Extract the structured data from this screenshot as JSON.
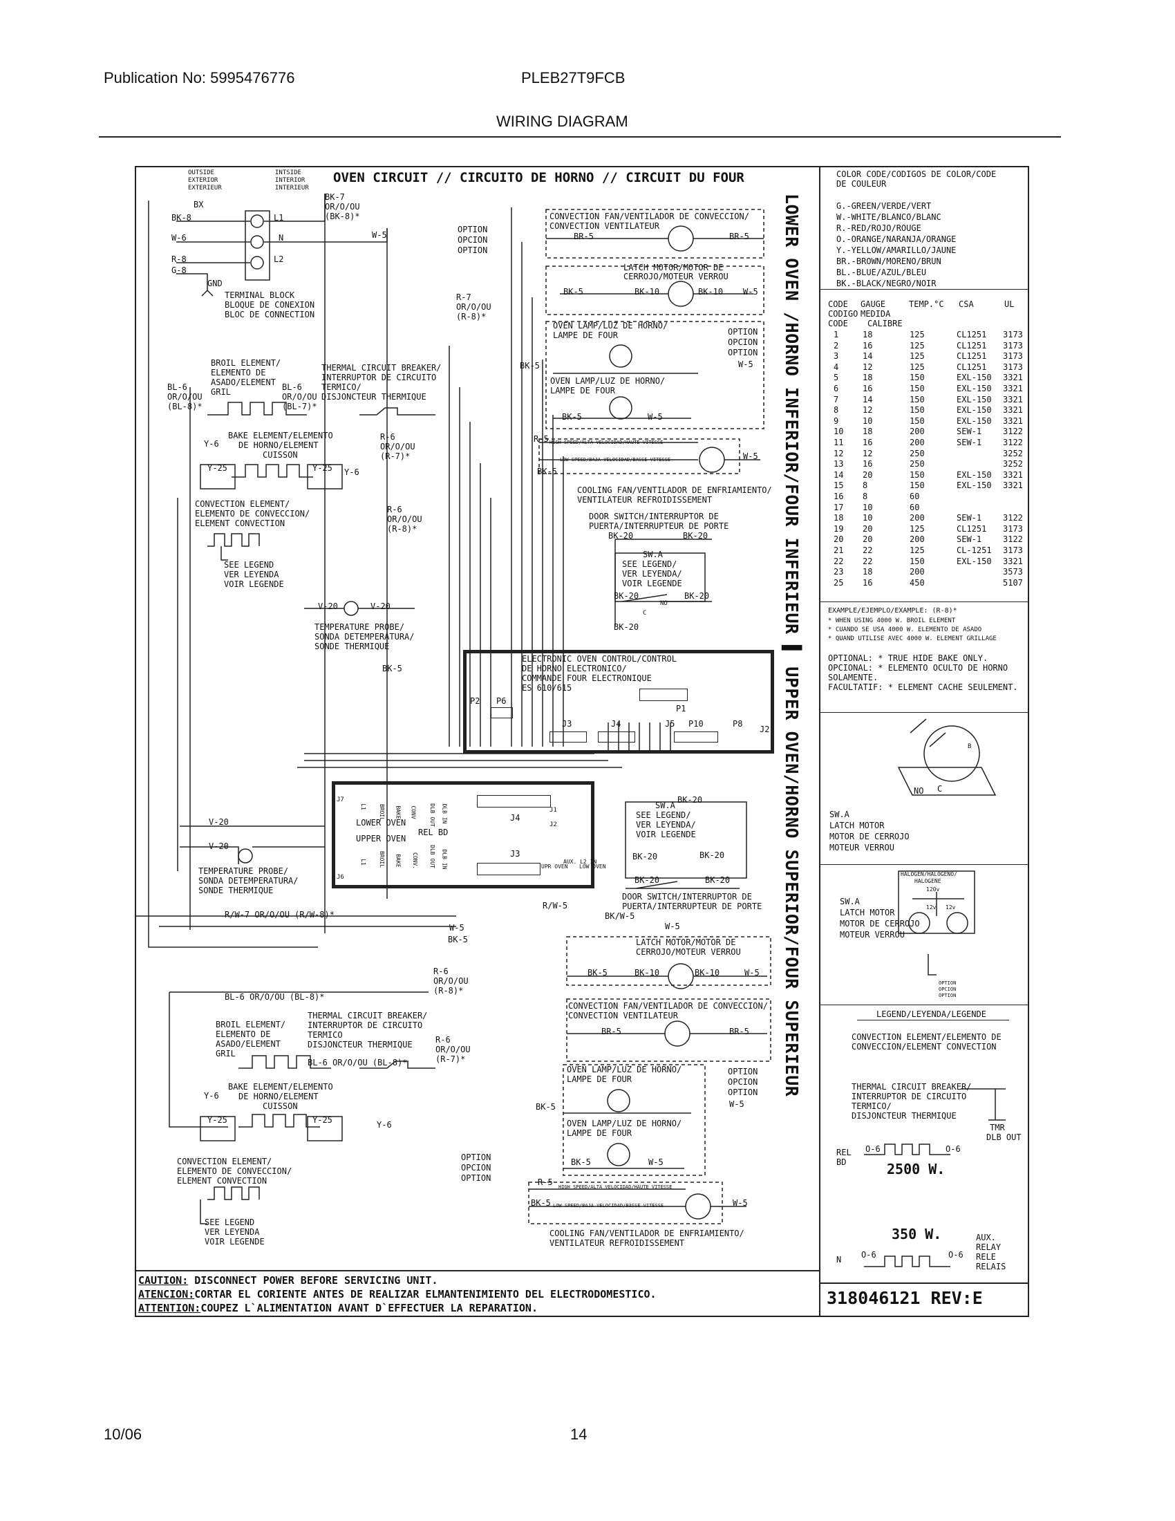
{
  "header": {
    "publication": "Publication No: 5995476776",
    "model": "PLEB27T9FCB",
    "section": "WIRING DIAGRAM"
  },
  "footer": {
    "date": "10/06",
    "page": "14"
  },
  "diagram": {
    "title": "OVEN CIRCUIT // CIRCUITO DE HORNO // CIRCUIT DU FOUR",
    "side_label": "LOWER OVEN /HORNO INFERIOR/FOUR INFERIEUR ▌ UPPER OVEN/HORNO SUPERIOR/FOUR SUPERIEUR",
    "outside": [
      "OUTSIDE",
      "EXTERIOR",
      "EXTERIEUR"
    ],
    "inside": [
      "INTSIDE",
      "INTERIOR",
      "INTERIEUR"
    ],
    "terminal_block": [
      "TERMINAL BLOCK",
      "BLOQUE DE CONEXION",
      "BLOC DE CONNECTION"
    ],
    "wire_labels": {
      "bx": "BX",
      "bk8": "BK-8",
      "w6": "W-6",
      "r8": "R-8",
      "g8": "G-8",
      "gnd": "GND",
      "l1": "L1",
      "n": "N",
      "l2": "L2",
      "bk7": [
        "BK-7",
        "OR/O/OU",
        "(BK-8)*"
      ],
      "w5": "W-5",
      "r7": [
        "R-7",
        "OR/O/OU",
        "(R-8)*"
      ],
      "option": [
        "OPTION",
        "OPCION",
        "OPTION"
      ]
    },
    "lower": {
      "convection_fan": [
        "CONVECTION FAN/VENTILADOR DE CONVECCION/",
        "CONVECTION VENTILATEUR"
      ],
      "br5": "BR-5",
      "latch_motor": [
        "LATCH MOTOR/MOTOR DE",
        "CERROJO/MOTEUR VERROU"
      ],
      "bk5": "BK-5",
      "bk10": "BK-10",
      "w5": "W-5",
      "oven_lamp": [
        "OVEN LAMP/LUZ DE HORNO/",
        "LAMPE DE FOUR"
      ],
      "broil": [
        "BROIL ELEMENT/",
        "ELEMENTO DE",
        "ASADO/ELEMENT",
        "GRIL"
      ],
      "bl6": [
        "BL-6",
        "OR/O/OU",
        "(BL-8)*"
      ],
      "bl6b": [
        "BL-6",
        "OR/O/OU",
        "(BL-7)*"
      ],
      "breaker": [
        "THERMAL CIRCUIT BREAKER/",
        "INTERRUPTOR DE CIRCUITO",
        "TERMICO/",
        "DISJONCTEUR THERMIQUE"
      ],
      "bake": [
        "BAKE ELEMENT/ELEMENTO",
        "DE HORNO/ELEMENT",
        "CUISSON"
      ],
      "y6": "Y-6",
      "y25": "Y-25",
      "r6": [
        "R-6",
        "OR/O/OU",
        "(R-7)*"
      ],
      "r6b": [
        "R-6",
        "OR/O/OU",
        "(R-8)*"
      ],
      "conv_elem": [
        "CONVECTION ELEMENT/",
        "ELEMENTO DE CONVECCION/",
        "ELEMENT CONVECTION"
      ],
      "see_legend": [
        "SEE LEGEND",
        "VER LEYENDA",
        "VOIR LEGENDE"
      ],
      "v20": "V-20",
      "probe": [
        "TEMPERATURE PROBE/",
        "SONDA DETEMPERATURA/",
        "SONDE THERMIQUE"
      ],
      "cooling_fan": [
        "COOLING FAN/VENTILADOR DE ENFRIAMIENTO/",
        "VENTILATEUR REFROIDISSEMENT"
      ],
      "speed_hi": "HIGH SPEED/ALTA VELOCIDAD/HAUTE VITESSE",
      "speed_lo": "LOW SPEED/BAJA VELOCIDAD/BASSE VITESSE",
      "r5": "R-5",
      "door_switch": [
        "DOOR SWITCH/INTERRUPTOR DE",
        "PUERTA/INTERRUPTEUR DE PORTE"
      ],
      "bk20": "BK-20",
      "swa": [
        "SW.A",
        "SEE LEGEND/",
        "VER LEYENDA/",
        "VOIR LEGENDE"
      ],
      "no": "NO",
      "c": "C"
    },
    "control": {
      "label": [
        "ELECTRONIC OVEN CONTROL/CONTROL",
        "DE HORNO ELECTRONICO/",
        "COMMANDE FOUR ELECTRONIQUE",
        "ES 610/615"
      ],
      "p1": "P1",
      "p2": "P2",
      "p6": "P6",
      "j3": "J3",
      "j4": "J4",
      "j5": "J5",
      "p10": "P10",
      "p8": "P8",
      "j2": "J2",
      "one": "1"
    },
    "relay_board": {
      "top_pins": [
        "L1",
        "BROIL",
        "BAKE",
        "CONV",
        "DLB OUT",
        "DLB IN"
      ],
      "bottom_pins": [
        "L1",
        "BROIL",
        "BAKE",
        "CONV.",
        "DLB OUT",
        "DLB IN"
      ],
      "lower_oven": "LOWER OVEN",
      "upper_oven": "UPPER OVEN",
      "rel_bd": "REL BD",
      "j7": "J7",
      "j6": "J6",
      "j4": "J4",
      "j3": "J3",
      "j1": "J1",
      "j2": "J2",
      "aux": [
        "UPR OVEN",
        "AUX. L2 IN",
        "LOW OVEN"
      ]
    },
    "upper": {
      "rw7": "R/W-7 OR/O/OU (R/W-8)*",
      "rw5": "R/W-5",
      "bkw5": "BK/W-5",
      "w5": "W-5",
      "bk5": "BK-5",
      "bl6": "BL-6 OR/O/OU (BL-8)*",
      "bl6b": "BL-6 OR/O/OU (BL-8)*",
      "r6": [
        "R-6",
        "OR/O/OU",
        "(R-8)*"
      ],
      "r6b": [
        "R-6",
        "OR/O/OU",
        "(R-7)*"
      ],
      "breaker": [
        "THERMAL CIRCUIT BREAKER/",
        "INTERRUPTOR DE CIRCUITO",
        "TERMICO",
        "DISJONCTEUR THERMIQUE"
      ],
      "broil": [
        "BROIL ELEMENT/",
        "ELEMENTO DE",
        "ASADO/ELEMENT",
        "GRIL"
      ],
      "bake": [
        "BAKE ELEMENT/ELEMENTO",
        "DE HORNO/ELEMENT",
        "CUISSON"
      ],
      "conv_elem": [
        "CONVECTION ELEMENT/",
        "ELEMENTO DE CONVECCION/",
        "ELEMENT CONVECTION"
      ],
      "see_legend": [
        "SEE LEGEND",
        "VER LEYENDA",
        "VOIR LEGENDE"
      ],
      "probe": [
        "TEMPERATURE PROBE/",
        "SONDA DETEMPERATURA/",
        "SONDE THERMIQUE"
      ],
      "swa": [
        "SW.A",
        "SEE LEGEND/",
        "VER LEYENDA/",
        "VOIR LEGENDE"
      ],
      "door_switch": [
        "DOOR SWITCH/INTERRUPTOR DE",
        "PUERTA/INTERRUPTEUR DE PORTE"
      ],
      "latch_motor": [
        "LATCH MOTOR/MOTOR DE",
        "CERROJO/MOTEUR VERROU"
      ],
      "convection_fan": [
        "CONVECTION FAN/VENTILADOR DE CONVECCION/",
        "CONVECTION VENTILATEUR"
      ],
      "oven_lamp": [
        "OVEN LAMP/LUZ DE HORNO/",
        "LAMPE DE FOUR"
      ],
      "cooling_fan": [
        "COOLING FAN/VENTILADOR DE ENFRIAMIENTO/",
        "VENTILATEUR REFROIDISSEMENT"
      ],
      "option": [
        "OPTION",
        "OPCION",
        "OPTION"
      ]
    },
    "color_code": {
      "title": [
        "COLOR CODE/CODIGOS DE COLOR/CODE",
        "DE COULEUR"
      ],
      "colors": [
        "G.-GREEN/VERDE/VERT",
        "W.-WHITE/BLANCO/BLANC",
        "R.-RED/ROJO/ROUGE",
        "O.-ORANGE/NARANJA/ORANGE",
        "Y.-YELLOW/AMARILLO/JAUNE",
        "BR.-BROWN/MORENO/BRUN",
        "BL.-BLUE/AZUL/BLEU",
        "BK.-BLACK/NEGRO/NOIR"
      ]
    },
    "gauge_table": {
      "headers": [
        "CODE",
        "GAUGE",
        "TEMP.°C",
        "CSA",
        "UL"
      ],
      "subheaders": [
        "CODIGO",
        "MEDIDA",
        "CODE",
        "CALIBRE"
      ],
      "rows": [
        [
          "1",
          "18",
          "125",
          "CL1251",
          "3173"
        ],
        [
          "2",
          "16",
          "125",
          "CL1251",
          "3173"
        ],
        [
          "3",
          "14",
          "125",
          "CL1251",
          "3173"
        ],
        [
          "4",
          "12",
          "125",
          "CL1251",
          "3173"
        ],
        [
          "5",
          "18",
          "150",
          "EXL-150",
          "3321"
        ],
        [
          "6",
          "16",
          "150",
          "EXL-150",
          "3321"
        ],
        [
          "7",
          "14",
          "150",
          "EXL-150",
          "3321"
        ],
        [
          "8",
          "12",
          "150",
          "EXL-150",
          "3321"
        ],
        [
          "9",
          "10",
          "150",
          "EXL-150",
          "3321"
        ],
        [
          "10",
          "18",
          "200",
          "SEW-1",
          "3122"
        ],
        [
          "11",
          "16",
          "200",
          "SEW-1",
          "3122"
        ],
        [
          "12",
          "12",
          "250",
          "",
          "3252"
        ],
        [
          "13",
          "16",
          "250",
          "",
          "3252"
        ],
        [
          "14",
          "20",
          "150",
          "EXL-150",
          "3321"
        ],
        [
          "15",
          "8",
          "150",
          "EXL-150",
          "3321"
        ],
        [
          "16",
          "8",
          "60",
          "",
          ""
        ],
        [
          "17",
          "10",
          "60",
          "",
          ""
        ],
        [
          "18",
          "10",
          "200",
          "SEW-1",
          "3122"
        ],
        [
          "19",
          "20",
          "125",
          "CL1251",
          "3173"
        ],
        [
          "20",
          "20",
          "200",
          "SEW-1",
          "3122"
        ],
        [
          "21",
          "22",
          "125",
          "CL-1251",
          "3173"
        ],
        [
          "22",
          "22",
          "150",
          "EXL-150",
          "3321"
        ],
        [
          "23",
          "18",
          "200",
          "",
          "3573"
        ],
        [
          "25",
          "16",
          "450",
          "",
          "5107"
        ]
      ]
    },
    "notes": {
      "example": "EXAMPLE/EJEMPLO/EXAMPLE: (R-8)*",
      "example_lines": [
        "* WHEN USING 4000 W. BROIL ELEMENT",
        "* CUANDO SE USA 4000 W. ELEMENTO DE ASADO",
        "* QUAND UTILISE AVEC 4000 W. ELEMENT GRILLAGE"
      ],
      "optional": [
        "OPTIONAL: * TRUE HIDE BAKE ONLY.",
        "OPCIONAL: * ELEMENTO OCULTO DE HORNO",
        "           SOLAMENTE.",
        "FACULTATIF: * ELEMENT CACHE SEULEMENT."
      ]
    },
    "swa_motor": {
      "labels": [
        "SW.A",
        "LATCH MOTOR",
        "MOTOR DE CERROJO",
        "MOTEUR VERROU"
      ],
      "no": "NO",
      "c": "C",
      "b": "B"
    },
    "halogen": {
      "title": [
        "HALOGEN/HALOGENO/",
        "HALOGENE"
      ],
      "v120": "120v",
      "v12": "12v",
      "labels": [
        "SW.A",
        "LATCH MOTOR",
        "MOTOR DE CERROJO",
        "MOTEUR VERROU"
      ],
      "option": [
        "OPTION",
        "OPCION",
        "OPTION"
      ]
    },
    "legend": {
      "title": "LEGEND/LEYENDA/LEGENDE",
      "conv": [
        "CONVECTION ELEMENT/ELEMENTO DE",
        "CONVECCION/ELEMENT CONVECTION"
      ],
      "breaker": [
        "THERMAL CIRCUIT BREAKER/",
        "INTERRUPTOR DE CIRCUITO",
        "TERMICO/",
        "DISJONCTEUR THERMIQUE"
      ],
      "tmr": [
        "TMR",
        "DLB OUT"
      ],
      "rel_bd": [
        "REL",
        "BD"
      ],
      "o6": "O-6",
      "w2500": "2500 W.",
      "w350": "350 W.",
      "aux": [
        "AUX.",
        "RELAY",
        "RELE",
        "RELAIS"
      ],
      "n": "N"
    },
    "caution": [
      {
        "head": "CAUTION:",
        "text": " DISCONNECT POWER BEFORE SERVICING UNIT."
      },
      {
        "head": "ATENCION:",
        "text": "CORTAR EL CORIENTE ANTES DE REALIZAR ELMANTENIMIENTO DEL ELECTRODOMESTICO."
      },
      {
        "head": "ATTENTION:",
        "text": "COUPEZ L`ALIMENTATION AVANT D`EFFECTUER LA REPARATION."
      }
    ],
    "part_number": "318046121 REV:E"
  }
}
